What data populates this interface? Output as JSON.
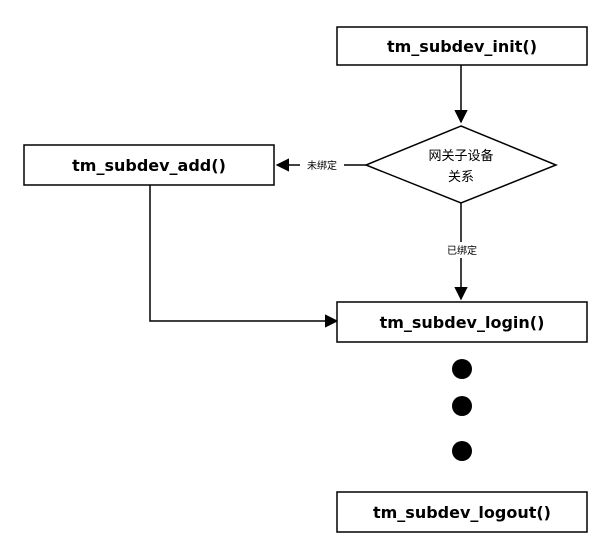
{
  "nodes": {
    "init": "tm_subdev_init()",
    "decision_line1": "网关子设备",
    "decision_line2": "关系",
    "add": "tm_subdev_add()",
    "login": "tm_subdev_login()",
    "logout": "tm_subdev_logout()"
  },
  "edges": {
    "unbound": "未绑定",
    "bound": "已绑定"
  },
  "colors": {
    "stroke": "#000000",
    "fill": "#ffffff",
    "dot": "#000000"
  }
}
